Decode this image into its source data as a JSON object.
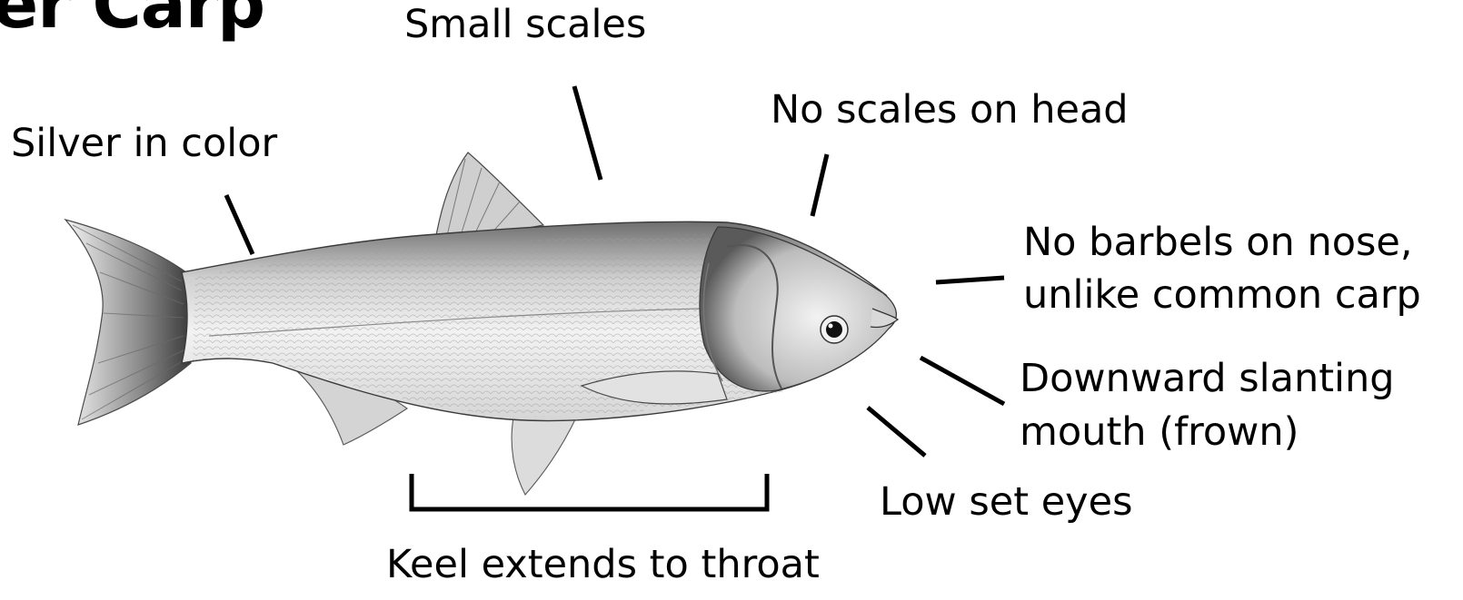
{
  "title": "er Carp",
  "colors": {
    "ink": "#000000",
    "fish_body": "#e8e8e8",
    "fish_shade": "#9a9a9a",
    "background": "#ffffff"
  },
  "labels": {
    "small_scales": "Small scales",
    "no_scales_head": "No scales on head",
    "silver_color": "Silver in color",
    "no_barbels_1": "No barbels on nose,",
    "no_barbels_2": "unlike common carp",
    "downward_1": "Downward slanting",
    "downward_2": "mouth (frown)",
    "low_eyes": "Low set eyes",
    "keel": "Keel extends to throat"
  }
}
